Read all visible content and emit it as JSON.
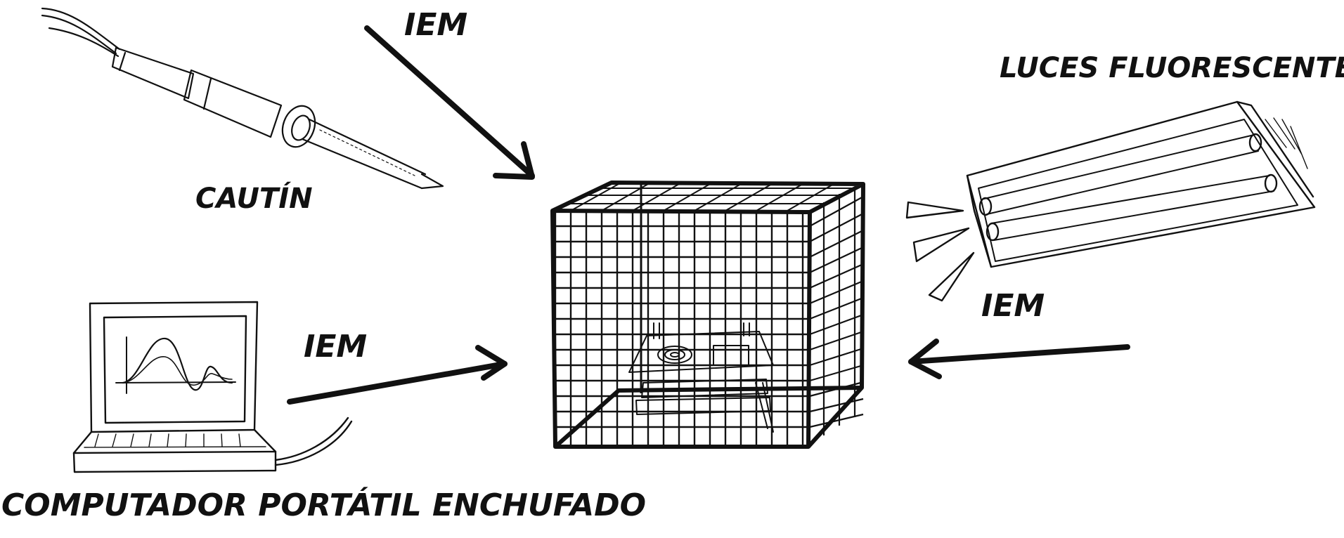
{
  "labels": {
    "soldering_iron": "CAUTÍN",
    "fluorescent_lights": "LUCES FLUORESCENTES",
    "laptop": "COMPUTADOR PORTÁTIL ENCHUFADO",
    "emi_top": "IEM",
    "emi_left": "IEM",
    "emi_right": "IEM"
  },
  "colors": {
    "ink": "#111111",
    "background": "#ffffff"
  },
  "icons": {
    "soldering_iron": "soldering-iron-icon",
    "fluorescent_lamp": "fluorescent-lamp-icon",
    "laptop": "laptop-icon",
    "faraday_cage": "faraday-cage-icon"
  }
}
